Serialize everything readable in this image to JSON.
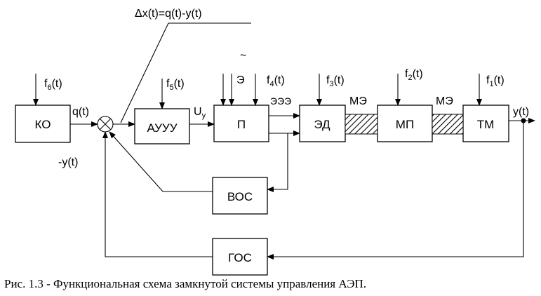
{
  "blocks": {
    "ko": "КО",
    "auuu": "АУУУ",
    "p": "П",
    "ed": "ЭД",
    "mp": "МП",
    "tm": "ТМ",
    "vos": "ВОС",
    "gos": "ГОС"
  },
  "signals": {
    "error_formula": "Δx(t)=q(t)-y(t)",
    "q": "q(t)",
    "neg_y": "-y(t)",
    "y": "y(t)",
    "uy_main": "U",
    "uy_sub": "y",
    "tilde": "~",
    "e": "Э",
    "eee": "ЭЭЭ",
    "me1": "МЭ",
    "me2": "МЭ"
  },
  "disturbances": {
    "f6": {
      "base": "f",
      "sub": "6",
      "tail": "(t)"
    },
    "f5": {
      "base": "f",
      "sub": "5",
      "tail": "(t)"
    },
    "f4": {
      "base": "f",
      "sub": "4",
      "tail": "(t)"
    },
    "f3": {
      "base": "f",
      "sub": "3",
      "tail": "(t)"
    },
    "f2": {
      "base": "f",
      "sub": "2",
      "tail": "(t)"
    },
    "f1": {
      "base": "f",
      "sub": "1",
      "tail": "(t)"
    }
  },
  "caption": "Рис. 1.3 - Функциональная схема замкнутой системы управления АЭП."
}
